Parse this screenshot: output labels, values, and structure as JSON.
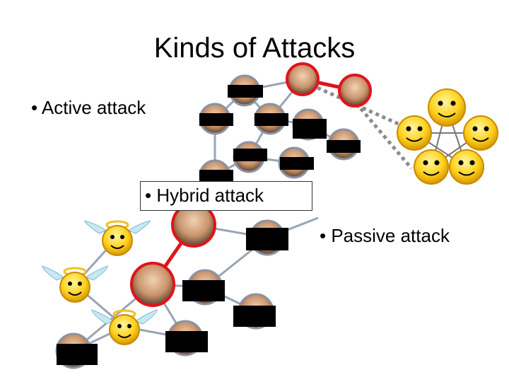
{
  "title": "Kinds of Attacks",
  "labels": {
    "active": "• Active attack",
    "hybrid": "• Hybrid attack",
    "passive": "• Passive attack"
  },
  "colors": {
    "attacker_ring": "#e0141b",
    "network_edge": "#9aa4b4",
    "dotted_link": "#8c8c8c",
    "smiley_fill": "#ffd21e",
    "halo": "#f0c020",
    "wings": "#c8e8f4",
    "redaction": "#000000"
  },
  "icons": [
    "person-face-icon",
    "smiley-face-icon",
    "angel-smiley-icon",
    "redaction-bar"
  ]
}
